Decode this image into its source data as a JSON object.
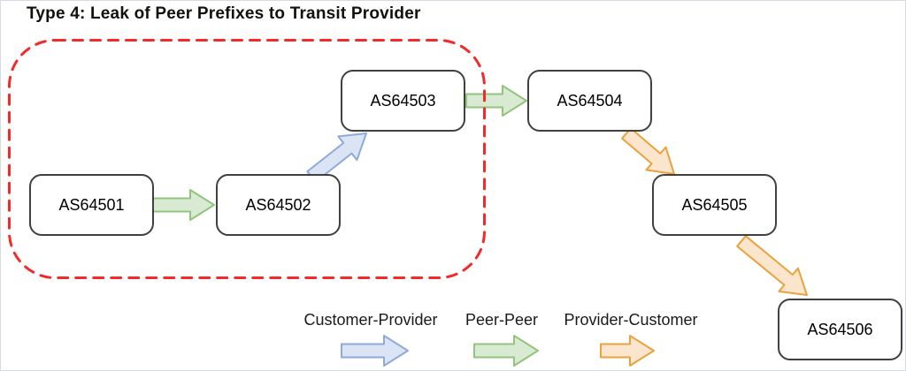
{
  "title": "Type 4: Leak of Peer Prefixes to Transit Provider",
  "diagram": {
    "nodes": [
      {
        "id": "AS64501",
        "label": "AS64501"
      },
      {
        "id": "AS64502",
        "label": "AS64502"
      },
      {
        "id": "AS64503",
        "label": "AS64503"
      },
      {
        "id": "AS64504",
        "label": "AS64504"
      },
      {
        "id": "AS64505",
        "label": "AS64505"
      },
      {
        "id": "AS64506",
        "label": "AS64506"
      }
    ],
    "edges": [
      {
        "from": "AS64501",
        "to": "AS64502",
        "type": "peer-peer"
      },
      {
        "from": "AS64502",
        "to": "AS64503",
        "type": "customer-provider"
      },
      {
        "from": "AS64503",
        "to": "AS64504",
        "type": "peer-peer"
      },
      {
        "from": "AS64504",
        "to": "AS64505",
        "type": "provider-customer"
      },
      {
        "from": "AS64505",
        "to": "AS64506",
        "type": "provider-customer"
      }
    ],
    "leak_boundary": {
      "style": "red-dashed",
      "contains": [
        "AS64501",
        "AS64502",
        "AS64503"
      ]
    }
  },
  "legend": {
    "items": [
      {
        "label": "Customer-Provider",
        "type": "customer-provider"
      },
      {
        "label": "Peer-Peer",
        "type": "peer-peer"
      },
      {
        "label": "Provider-Customer",
        "type": "provider-customer"
      }
    ]
  },
  "colors": {
    "customer_provider_fill": "#dbe4f4",
    "customer_provider_stroke": "#8fa9da",
    "peer_peer_fill": "#d9ead3",
    "peer_peer_stroke": "#93c47d",
    "provider_customer_fill": "#fce5cd",
    "provider_customer_stroke": "#e8a33d",
    "boundary_red": "#f42a2a",
    "node_border": "#404040"
  }
}
